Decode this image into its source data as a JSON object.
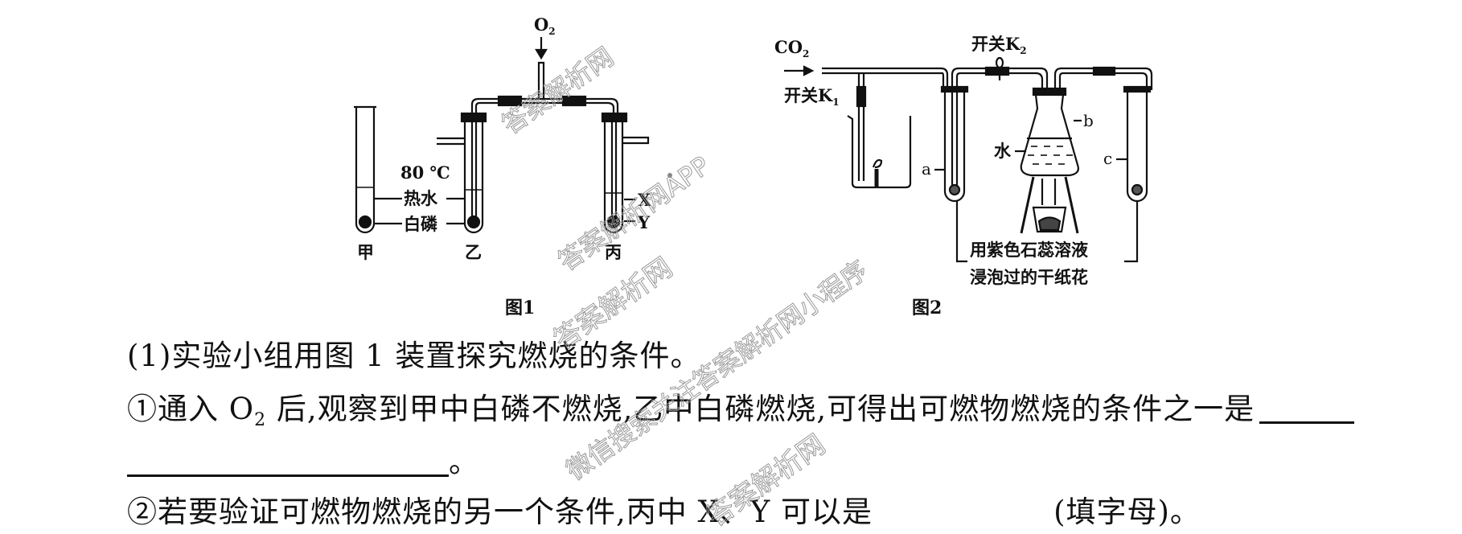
{
  "figure1": {
    "caption": "图1",
    "gas_in": "O",
    "gas_in_sub": "2",
    "tube_labels": [
      "甲",
      "乙",
      "丙"
    ],
    "temperature": "80 ℃",
    "hot_water": "热水",
    "white_phosphorus": "白磷",
    "x_label": "X",
    "y_label": "Y"
  },
  "figure2": {
    "caption": "图2",
    "gas_in": "CO",
    "gas_in_sub": "2",
    "switch_k1": "开关K",
    "switch_k1_sub": "1",
    "switch_k2": "开关K",
    "switch_k2_sub": "2",
    "label_a": "a",
    "label_b": "b",
    "label_c": "c",
    "water": "水",
    "flower_line1": "用紫色石蕊溶液",
    "flower_line2": "浸泡过的干纸花"
  },
  "question": {
    "part1": "(1)实验小组用图 1 装置探究燃烧的条件。",
    "q1_prefix": "①通入 O",
    "q1_sub": "2",
    "q1_suffix": " 后,观察到甲中白磷不燃烧,乙中白磷燃烧,可得出可燃物燃烧的条件之一是",
    "q1_end": "。",
    "q2_prefix": "②若要验证可燃物燃烧的另一个条件,丙中 X、Y 可以是",
    "q2_suffix": "(填字母)。"
  },
  "watermarks": [
    "答案解析网",
    "答案解析网APP",
    "答案解析网",
    "微信搜索关注答案解析网小程序",
    "答案解析网"
  ]
}
